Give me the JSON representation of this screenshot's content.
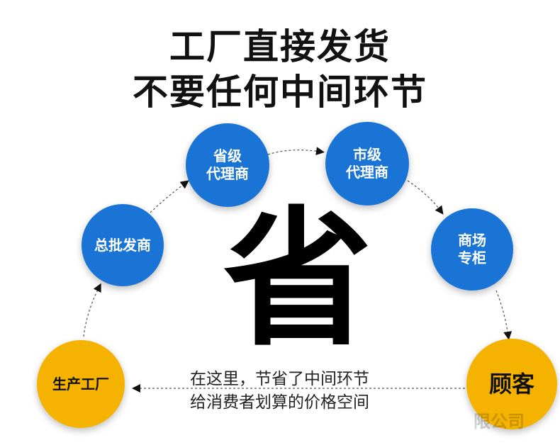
{
  "title": {
    "line1": "工厂直接发货",
    "line2": "不要任何中间环节"
  },
  "center_character": "省",
  "nodes": {
    "factory": "生产工厂",
    "wholesaler": "总批发商",
    "provincial_agent": "省级\n代理商",
    "city_agent": "市级\n代理商",
    "mall_counter": "商场\n专柜",
    "customer": "顾客"
  },
  "note": {
    "line1": "在这里，节省了中间环节",
    "line2": "给消费者划算的价格空间"
  },
  "watermark": "限公司",
  "colors": {
    "blue_node": "#1a74d6",
    "yellow_node": "#f5b300",
    "connector": "#555555"
  }
}
